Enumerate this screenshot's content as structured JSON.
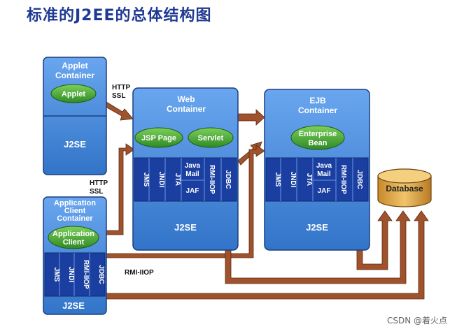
{
  "title": "标准的J2EE的总体结构图",
  "watermark": "CSDN @着火点",
  "colors": {
    "container_blue": "#3f7fd0",
    "api_blue": "#1a3fa0",
    "pill_green": "#3a9a30",
    "arrow_brown": "#a0522d",
    "database_gold": "#d9a441"
  },
  "applet_container": {
    "title_line1": "Applet",
    "title_line2": "Container",
    "component": "Applet",
    "platform": "J2SE"
  },
  "web_container": {
    "title_line1": "Web",
    "title_line2": "Container",
    "components": [
      "JSP Page",
      "Servlet"
    ],
    "apis": [
      "JMS",
      "JNDI",
      "JTA",
      "Java",
      "Mail",
      "JAF",
      "RMI-IIOP",
      "JDBC"
    ],
    "platform": "J2SE"
  },
  "ejb_container": {
    "title_line1": "EJB",
    "title_line2": "Container",
    "component_line1": "Enterprise",
    "component_line2": "Bean",
    "apis": [
      "JMS",
      "JNDI",
      "JTA",
      "Java",
      "Mail",
      "JAF",
      "RMI-IIOP",
      "JDBC"
    ],
    "platform": "J2SE"
  },
  "app_client_container": {
    "title_line1": "Application",
    "title_line2": "Client",
    "title_line3": "Container",
    "component_line1": "Application",
    "component_line2": "Client",
    "apis": [
      "JMS",
      "JNDI",
      "RMI-IIOP",
      "JDBC"
    ],
    "platform": "J2SE"
  },
  "protocols": {
    "http_1": "HTTP",
    "ssl_1": "SSL",
    "http_2": "HTTP",
    "ssl_2": "SSL",
    "rmi": "RMI-IIOP"
  },
  "database": "Database"
}
